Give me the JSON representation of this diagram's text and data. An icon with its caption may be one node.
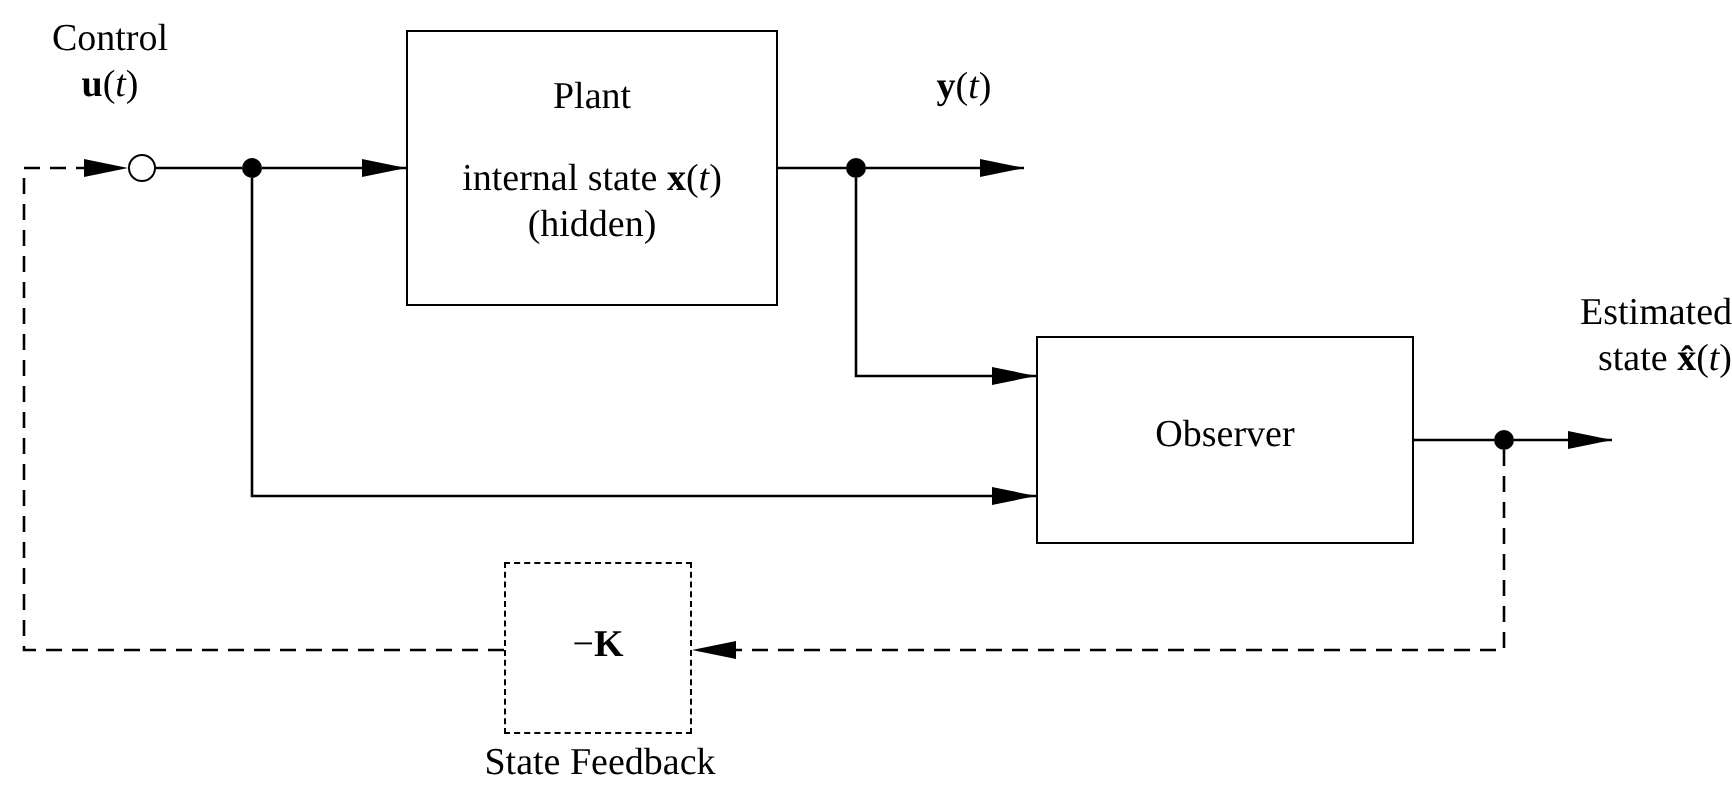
{
  "diagram": {
    "nodes": [
      {
        "text": [
          "Plant",
          "internal state **x**(*t*) (hidden)"
        ]
      },
      {
        "text": [
          "Observer"
        ]
      },
      {
        "text": [
          "−**K**"
        ],
        "beside": [
          "State Feedback"
        ]
      },
      {
        "text": [],
        "shape": "circle",
        "beside": [
          "Control **u**(*t*)"
        ]
      },
      {
        "text": [],
        "shape": "dot"
      },
      {
        "text": [],
        "shape": "dot"
      },
      {
        "text": [],
        "shape": "dot"
      }
    ],
    "edges": [
      {
        "from": 3,
        "to": 4,
        "arrow": "none"
      },
      {
        "from": 4,
        "to": 0,
        "arrow": "to"
      },
      {
        "from": 0,
        "to": 5,
        "arrow": "none"
      },
      {
        "from": 5,
        "to": null,
        "arrow": "to",
        "label": "**y**(*t*)"
      },
      {
        "from": 5,
        "to": 1,
        "arrow": "to"
      },
      {
        "from": 4,
        "to": 1,
        "arrow": "to"
      },
      {
        "from": 1,
        "to": 6,
        "arrow": "none"
      },
      {
        "from": 6,
        "to": null,
        "arrow": "to",
        "label": "Estimated state **x̂**(*t*)"
      },
      {
        "from": 6,
        "to": 2,
        "arrow": "to",
        "style": "dashed"
      },
      {
        "from": 2,
        "to": 3,
        "arrow": "to",
        "style": "dashed"
      }
    ]
  }
}
